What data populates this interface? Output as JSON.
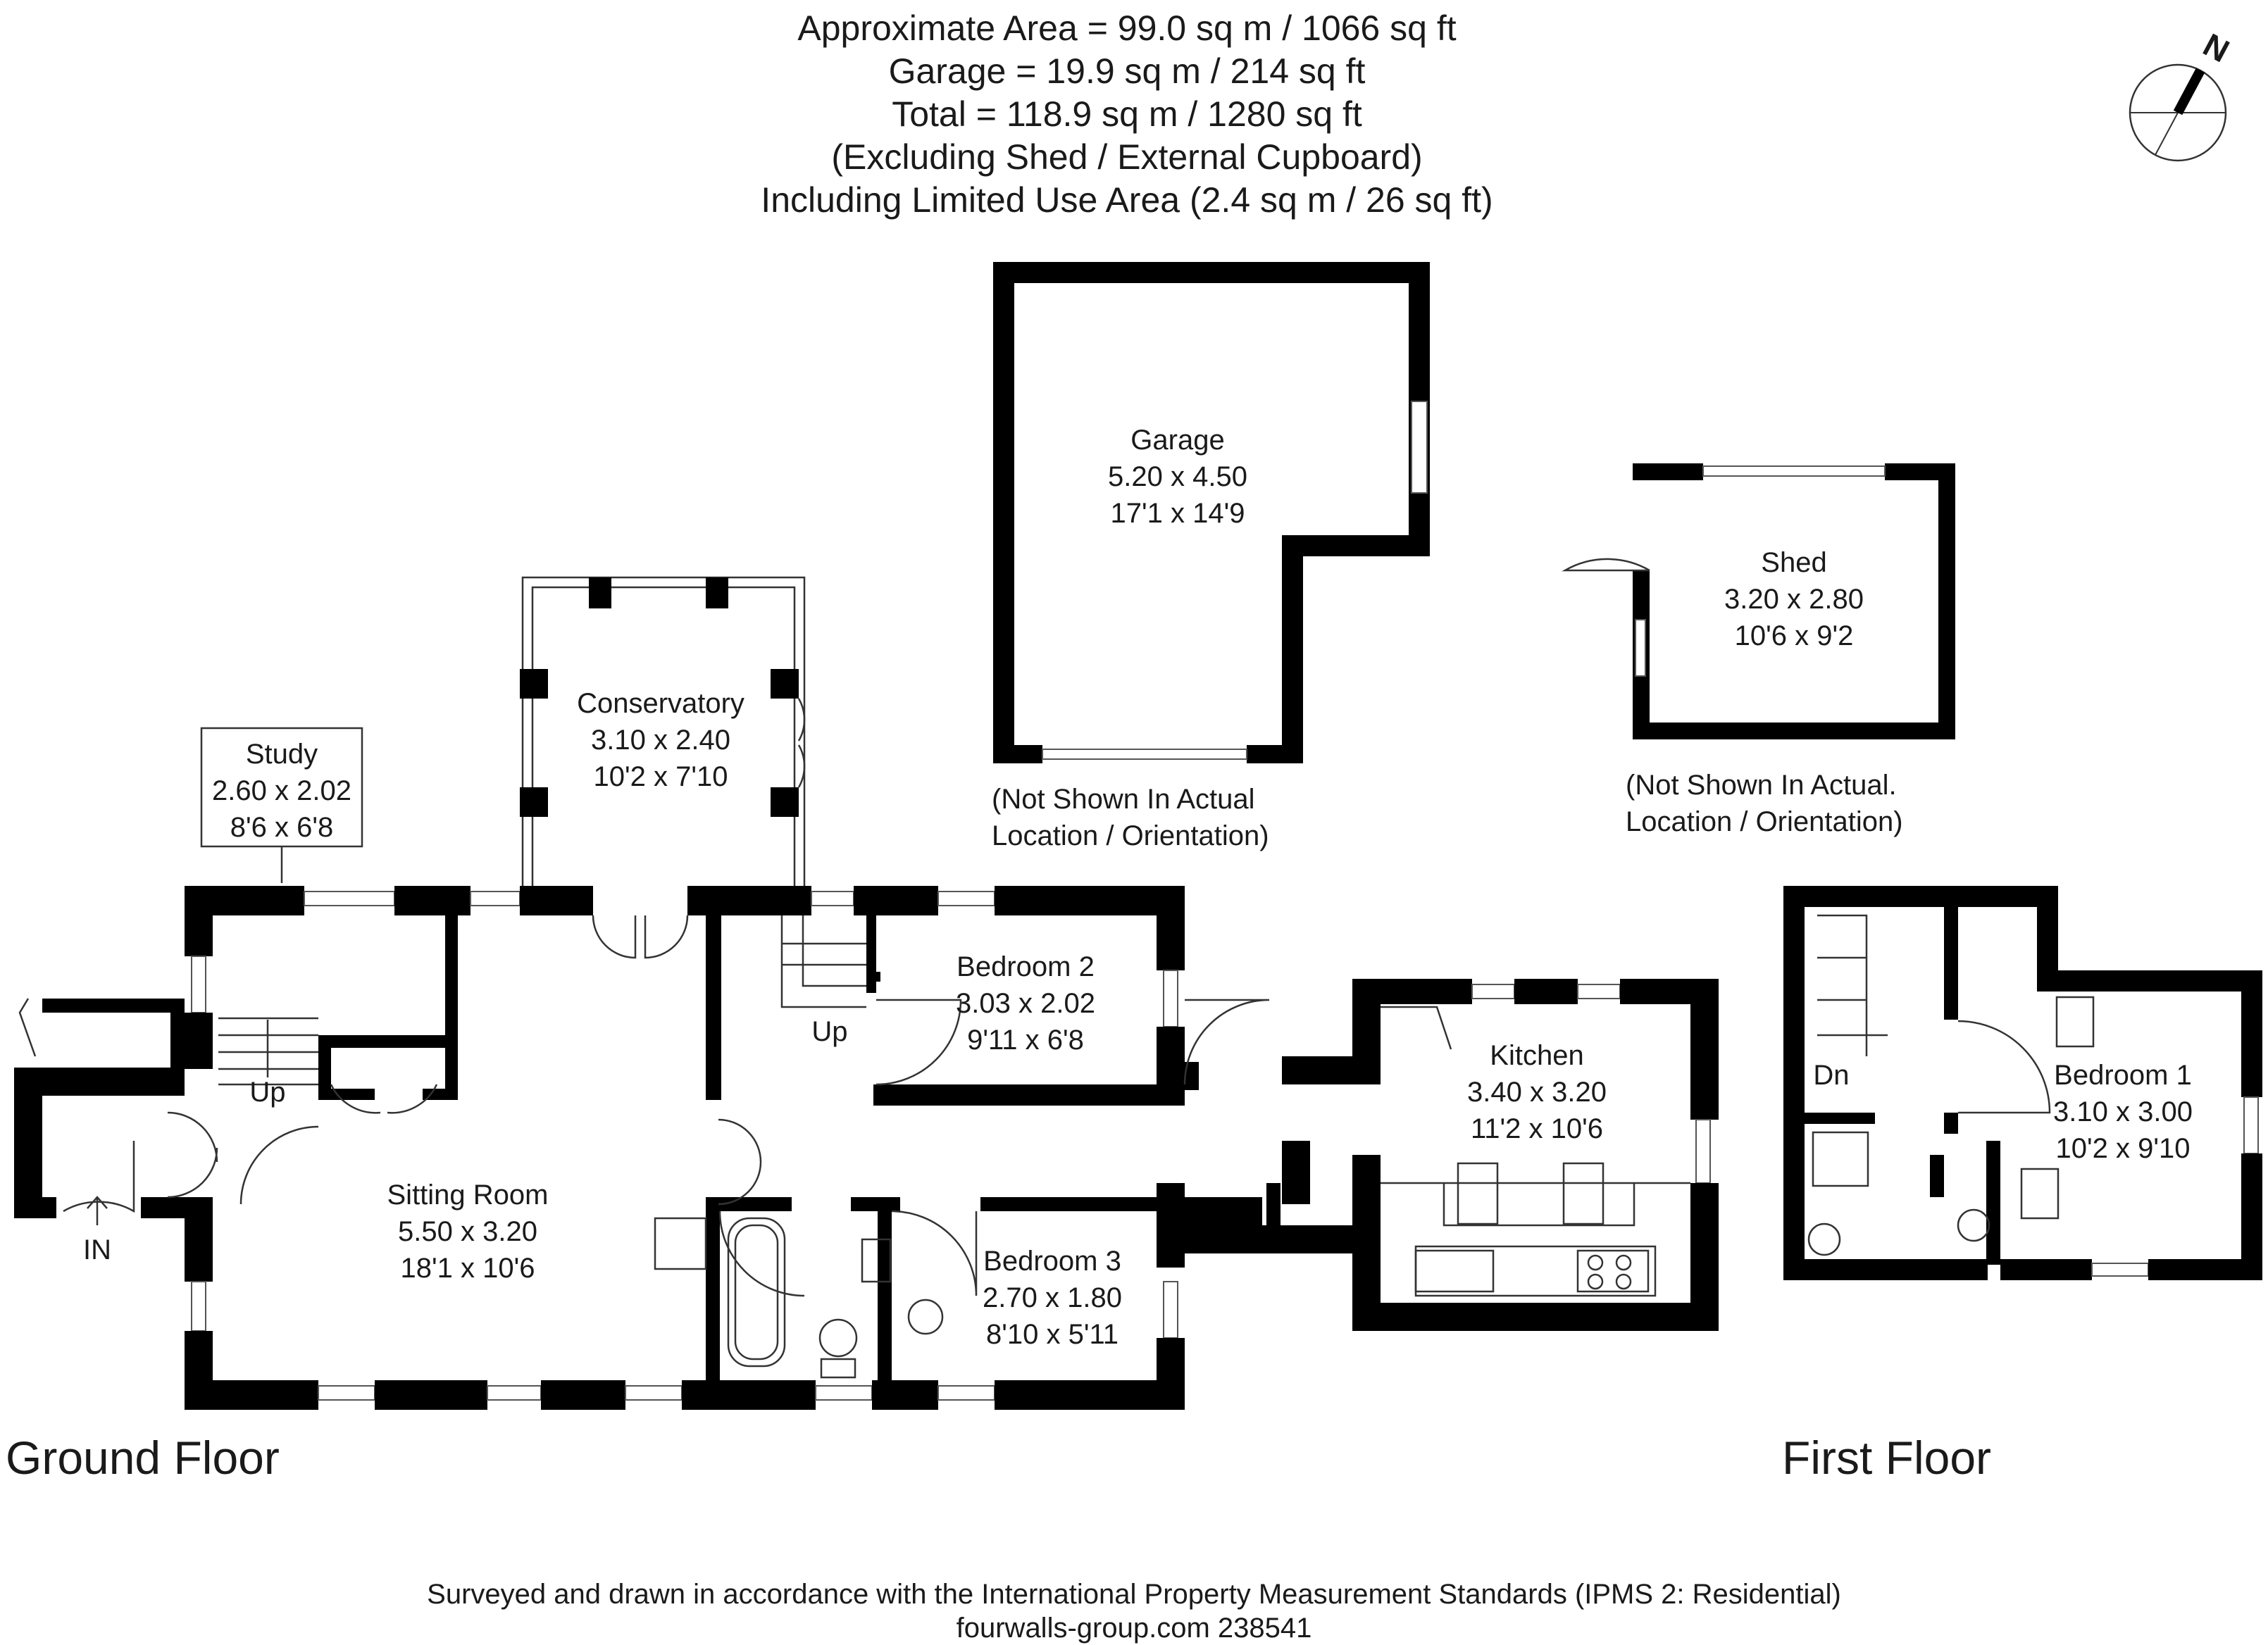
{
  "header": {
    "line1": "Approximate  Area = 99.0 sq m / 1066 sq ft",
    "line2": "Garage = 19.9 sq m / 214 sq ft",
    "line3": "Total = 118.9 sq m / 1280 sq ft",
    "line4": "(Excluding Shed / External Cupboard)",
    "line5": "Including Limited Use Area (2.4 sq m / 26 sq ft)"
  },
  "compass": {
    "label": "N"
  },
  "rooms": {
    "garage": {
      "name": "Garage",
      "metric": "5.20 x 4.50",
      "imperial": "17'1 x 14'9"
    },
    "shed": {
      "name": "Shed",
      "metric": "3.20 x 2.80",
      "imperial": "10'6 x 9'2"
    },
    "conservatory": {
      "name": "Conservatory",
      "metric": "3.10 x 2.40",
      "imperial": "10'2 x 7'10"
    },
    "study": {
      "name": "Study",
      "metric": "2.60 x 2.02",
      "imperial": "8'6 x 6'8"
    },
    "bedroom2": {
      "name": "Bedroom 2",
      "metric": "3.03 x 2.02",
      "imperial": "9'11 x 6'8"
    },
    "kitchen": {
      "name": "Kitchen",
      "metric": "3.40 x 3.20",
      "imperial": "11'2 x 10'6"
    },
    "sitting": {
      "name": "Sitting Room",
      "metric": "5.50 x 3.20",
      "imperial": "18'1 x 10'6"
    },
    "bedroom3": {
      "name": "Bedroom 3",
      "metric": "2.70 x 1.80",
      "imperial": "8'10 x 5'11"
    },
    "bedroom1": {
      "name": "Bedroom 1",
      "metric": "3.10 x 3.00",
      "imperial": "10'2 x 9'10"
    }
  },
  "notes": {
    "garage_note_1": "(Not Shown In Actual",
    "garage_note_2": "Location / Orientation)",
    "shed_note_1": "(Not Shown In Actual.",
    "shed_note_2": "Location / Orientation)"
  },
  "markers": {
    "up_stairs": "Up",
    "up_bedroom2": "Up",
    "down": "Dn",
    "entrance": "IN"
  },
  "floors": {
    "ground": "Ground Floor",
    "first": "First Floor"
  },
  "footer": {
    "line1": "Surveyed and drawn in accordance with the International Property Measurement Standards (IPMS 2: Residential)",
    "line2": "fourwalls-group.com 238541"
  }
}
